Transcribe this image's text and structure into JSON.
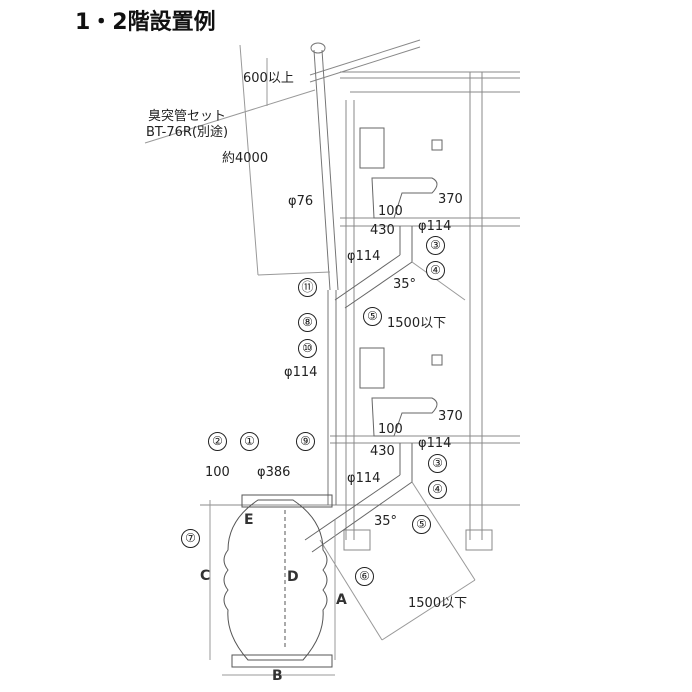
{
  "title": "1・2階設置例",
  "labels": {
    "vent_min": "600以上",
    "vent_set": "臭突管セット",
    "vent_model": "BT-76R(別途)",
    "approx_height": "約4000",
    "vent_dia": "φ76",
    "main_dia": "φ114",
    "tank_opening": "φ386",
    "tank_depth": "100",
    "angle": "35°",
    "max_run": "1500以下",
    "floor2": {
      "offset": "100",
      "width": "370",
      "pipe_dia": "φ114",
      "trap": "430",
      "drop_dia": "φ114"
    },
    "floor1": {
      "offset": "100",
      "width": "370",
      "pipe_dia": "φ114",
      "trap": "430",
      "drop_dia": "φ114"
    }
  },
  "parts": [
    "①",
    "②",
    "③",
    "④",
    "⑤",
    "⑥",
    "⑦",
    "⑧",
    "⑨",
    "⑩",
    "⑪"
  ],
  "dims": {
    "A": "A",
    "B": "B",
    "C": "C",
    "D": "D",
    "E": "E"
  }
}
